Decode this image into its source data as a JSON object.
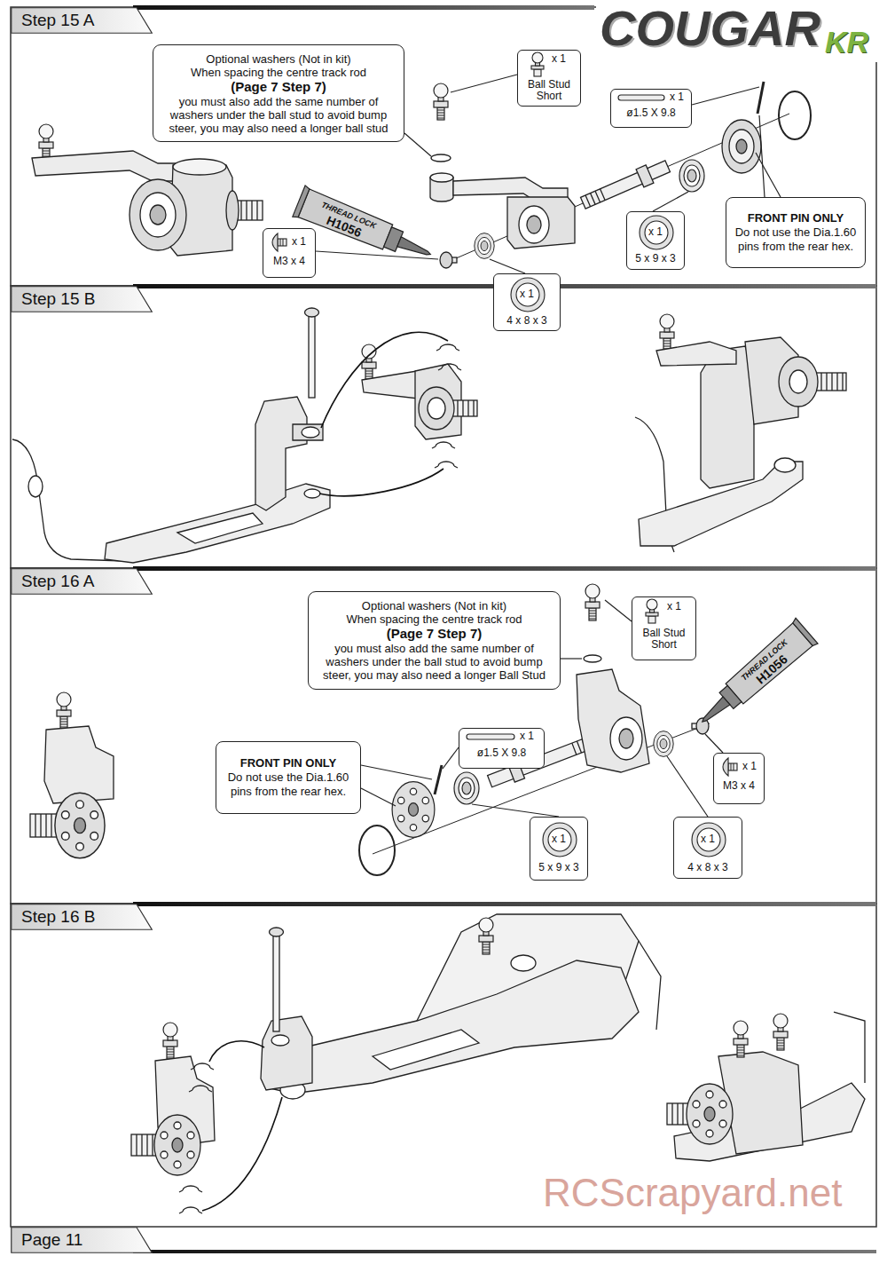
{
  "diagram": {
    "nodes": [
      {
        "text": [
          "Step 15 A"
        ]
      },
      {
        "text": [
          "Optional washers (Not in kit)",
          "When spacing the centre track rod",
          "(Page 7 Step 7)",
          "you must also add the same number of washers under the ball stud to avoid bump steer, you may also need a longer ball stud"
        ]
      },
      {
        "text": [
          "x 1",
          "Ball Stud Short"
        ]
      },
      {
        "text": [
          "x 1",
          "ø1.5 X 9.8"
        ]
      },
      {
        "text": [
          "FRONT PIN ONLY",
          "Do not use the Dia.1.60 pins from the rear hex."
        ]
      },
      {
        "text": [
          "x 1",
          "5 x 9 x 3"
        ]
      },
      {
        "text": [
          "x 1",
          "M3 x 4"
        ]
      },
      {
        "text": [
          "x 1",
          "4 x 8 x 3"
        ]
      },
      {
        "text": [
          "Step 15 B"
        ]
      },
      {
        "text": [
          "Step 16 A"
        ]
      },
      {
        "text": [
          "Optional washers (Not in kit)",
          "When spacing the centre track rod",
          "(Page 7 Step 7)",
          "you must also add the same number of washers under the ball stud to avoid bump steer, you may also need a longer Ball Stud"
        ]
      },
      {
        "text": [
          "x 1",
          "Ball Stud Short"
        ]
      },
      {
        "text": [
          "FRONT PIN ONLY",
          "Do not use the Dia.1.60 pins from the rear hex."
        ]
      },
      {
        "text": [
          "x 1",
          "ø1.5 X 9.8"
        ]
      },
      {
        "text": [
          "x 1",
          "M3 x 4"
        ]
      },
      {
        "text": [
          "x 1",
          "5 x 9 x 3"
        ]
      },
      {
        "text": [
          "x 1",
          "4 x 8 x 3"
        ]
      },
      {
        "text": [
          "Step 16 B"
        ]
      },
      {
        "text": [
          "Page 11"
        ]
      }
    ],
    "labels": [
      "COUGAR",
      "KR",
      "THREAD LOCK",
      "H1056",
      "THREAD LOCK",
      "H1056",
      "RCScrapyard.net"
    ]
  }
}
